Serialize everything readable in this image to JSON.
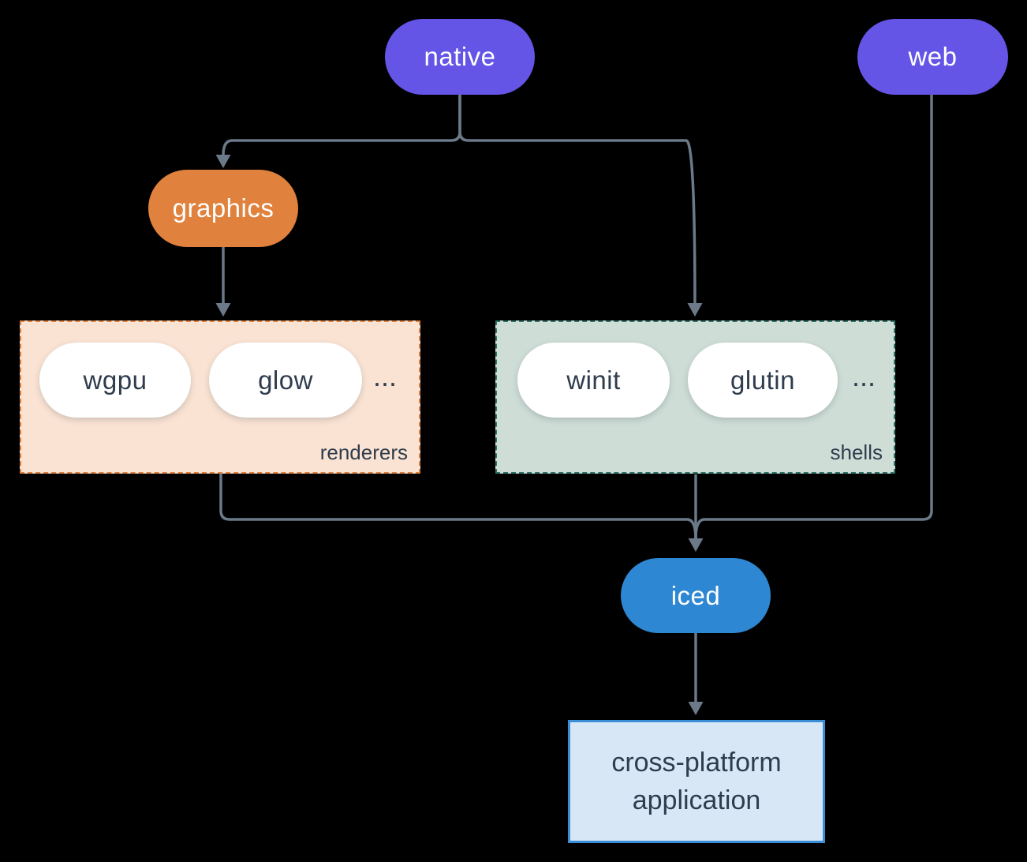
{
  "diagram": {
    "background": "#000000",
    "connector_color": "#6b7989",
    "text_color": "#2e3c4d"
  },
  "nodes": {
    "native": {
      "label": "native",
      "color": "#6455e6"
    },
    "web": {
      "label": "web",
      "color": "#6455e6"
    },
    "graphics": {
      "label": "graphics",
      "color": "#e0823e"
    },
    "iced": {
      "label": "iced",
      "color": "#2e87d2"
    },
    "application": {
      "lines": [
        "cross-platform",
        "application"
      ],
      "fill": "#d8e7f6",
      "border": "#3a8ed8"
    }
  },
  "groups": {
    "renderers": {
      "label": "renderers",
      "fill": "#fae3d3",
      "border": "#e0823e",
      "items": [
        "wgpu",
        "glow"
      ],
      "ellipsis": "..."
    },
    "shells": {
      "label": "shells",
      "fill": "#cfddd7",
      "border": "#2c7568",
      "items": [
        "winit",
        "glutin"
      ],
      "ellipsis": "..."
    }
  }
}
